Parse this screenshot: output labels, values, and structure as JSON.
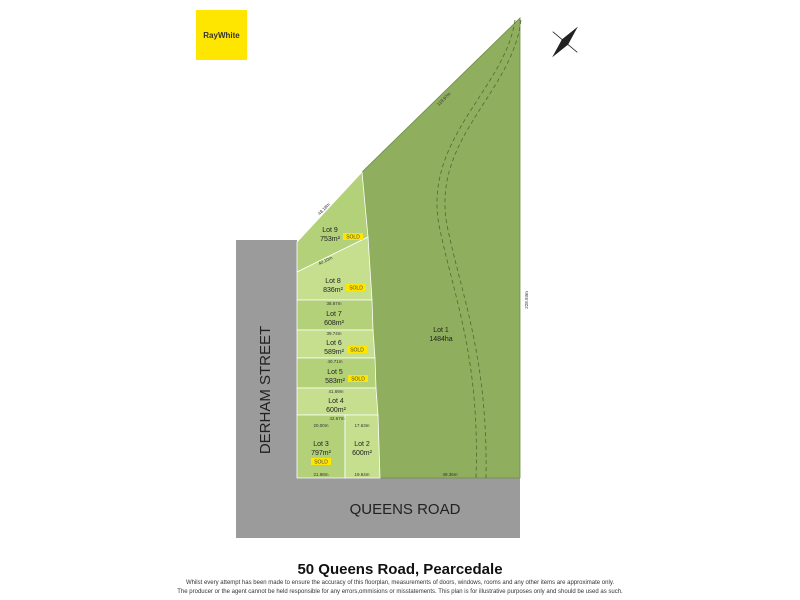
{
  "brand": {
    "logo_text": "RayWhite",
    "color": "#ffe600"
  },
  "streets": {
    "left": "DERHAM STREET",
    "bottom": "QUEENS ROAD"
  },
  "lots": [
    {
      "label": "Lot 9",
      "area": "753m²",
      "sold": true
    },
    {
      "label": "Lot 8",
      "area": "836m²",
      "sold": true
    },
    {
      "label": "Lot 7",
      "area": "608m²",
      "sold": false
    },
    {
      "label": "Lot 6",
      "area": "589m²",
      "sold": true
    },
    {
      "label": "Lot 5",
      "area": "583m²",
      "sold": true
    },
    {
      "label": "Lot 4",
      "area": "600m²",
      "sold": false
    },
    {
      "label": "Lot 3",
      "area": "797m²",
      "sold": true
    },
    {
      "label": "Lot 2",
      "area": "600m²",
      "sold": false
    },
    {
      "label": "Lot 1",
      "area": "1484ha",
      "sold": false
    }
  ],
  "sold_label": "SOLD",
  "dimensions": [
    "48.18m",
    "40.10m",
    "38.67m",
    "39.74m",
    "40.71m",
    "41.69m",
    "42.67m",
    "20.00m",
    "17.63m",
    "21.98m",
    "19.84m",
    "49.36m",
    "118.97m",
    "228.93m"
  ],
  "title": "50 Queens Road, Pearcedale",
  "disclaimer": [
    "Whilst every attempt has been made to ensure the accuracy of this floorplan, measurements of doors, windows, rooms and any other items are approximate only.",
    "The producer or the agent cannot be held responsible for any errors,ommisions or misstatements. This plan is for illustrative purposes only and should be used as such."
  ],
  "colors": {
    "lot1": "#8fae5e",
    "lots_a": "#b3d179",
    "lots_b": "#c5df8e",
    "road": "#9b9b9b"
  }
}
